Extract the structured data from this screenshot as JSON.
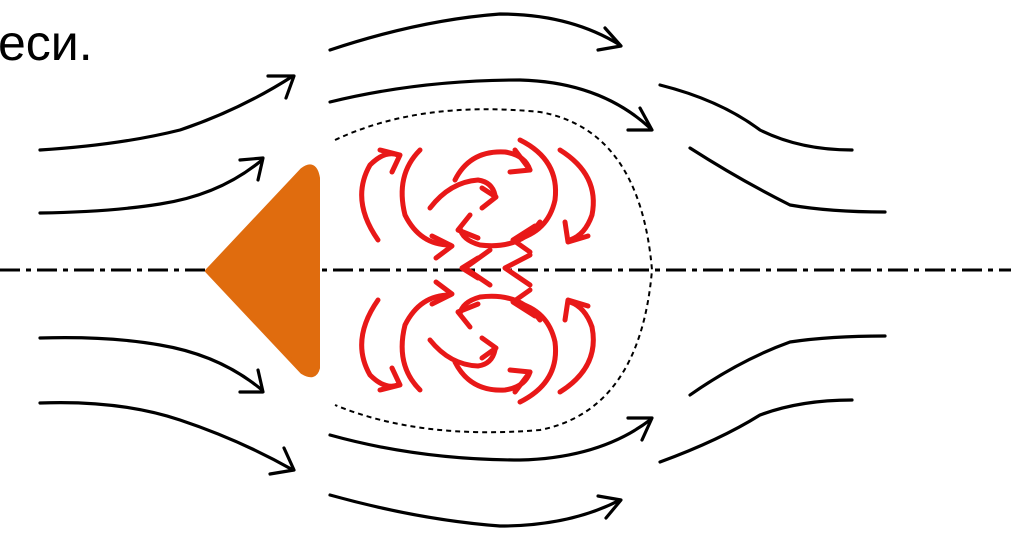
{
  "caption": {
    "line_end": "еси."
  },
  "diagram": {
    "colors": {
      "body_fill": "#e06c0e",
      "streamline": "#000000",
      "vortex": "#e81818",
      "axis": "#000000"
    },
    "icons": {
      "body": "triangle-bluff-body",
      "streamlines": "flow-arrow-lines",
      "vortices": "recirculation-vortex-arrows",
      "wake": "dashed-wake-boundary",
      "axis": "dash-dot-symmetry-axis"
    }
  }
}
